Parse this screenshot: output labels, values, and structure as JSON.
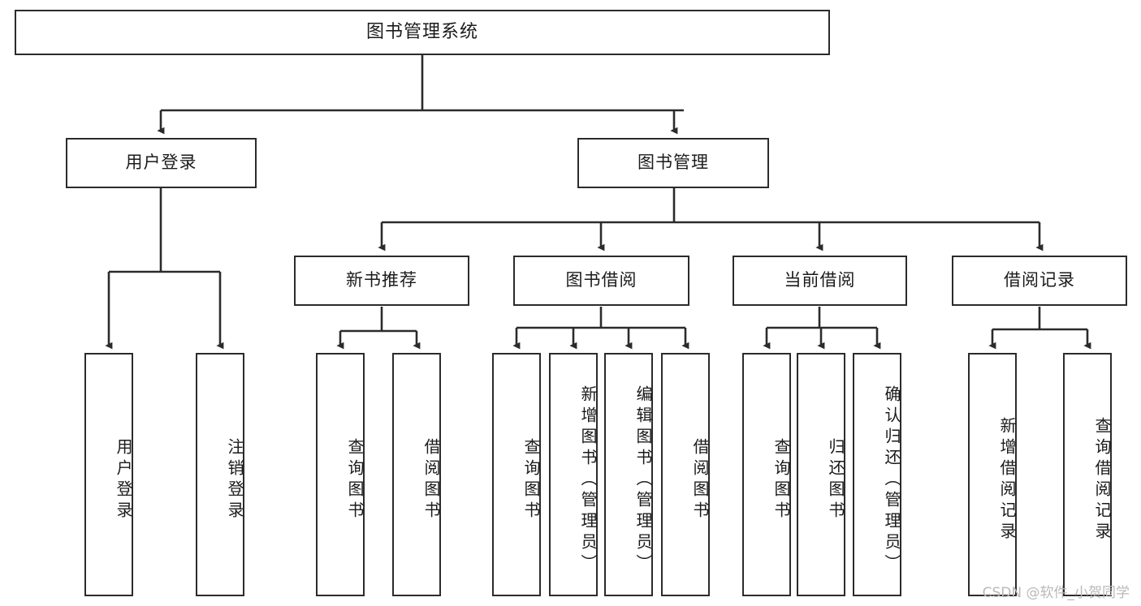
{
  "diagram": {
    "title": "图书管理系统",
    "watermark": "CSDN @软件_小贺同学",
    "colors": {
      "stroke": "#2b2b2b",
      "fill": "#ffffff",
      "text": "#1b1b1b",
      "watermark": "#b9b9b9"
    }
  },
  "nodes": {
    "root": {
      "label": "图书管理系统"
    },
    "level2": [
      {
        "label": "用户登录"
      },
      {
        "label": "图书管理"
      }
    ],
    "level3": [
      {
        "label": "新书推荐"
      },
      {
        "label": "图书借阅"
      },
      {
        "label": "当前借阅"
      },
      {
        "label": "借阅记录"
      }
    ],
    "leaves": {
      "user_login": [
        {
          "label": "用户登录"
        },
        {
          "label": "注销登录"
        }
      ],
      "new_book": [
        {
          "label": "查询图书"
        },
        {
          "label": "借阅图书"
        }
      ],
      "book_borrow": [
        {
          "label": "查询图书"
        },
        {
          "label": "新增图书（管理员）"
        },
        {
          "label": "编辑图书（管理员）"
        },
        {
          "label": "借阅图书"
        }
      ],
      "current_borrow": [
        {
          "label": "查询图书"
        },
        {
          "label": "归还图书"
        },
        {
          "label": "确认归还（管理员）"
        }
      ],
      "borrow_record": [
        {
          "label": "新增借阅记录"
        },
        {
          "label": "查询借阅记录"
        }
      ]
    }
  }
}
